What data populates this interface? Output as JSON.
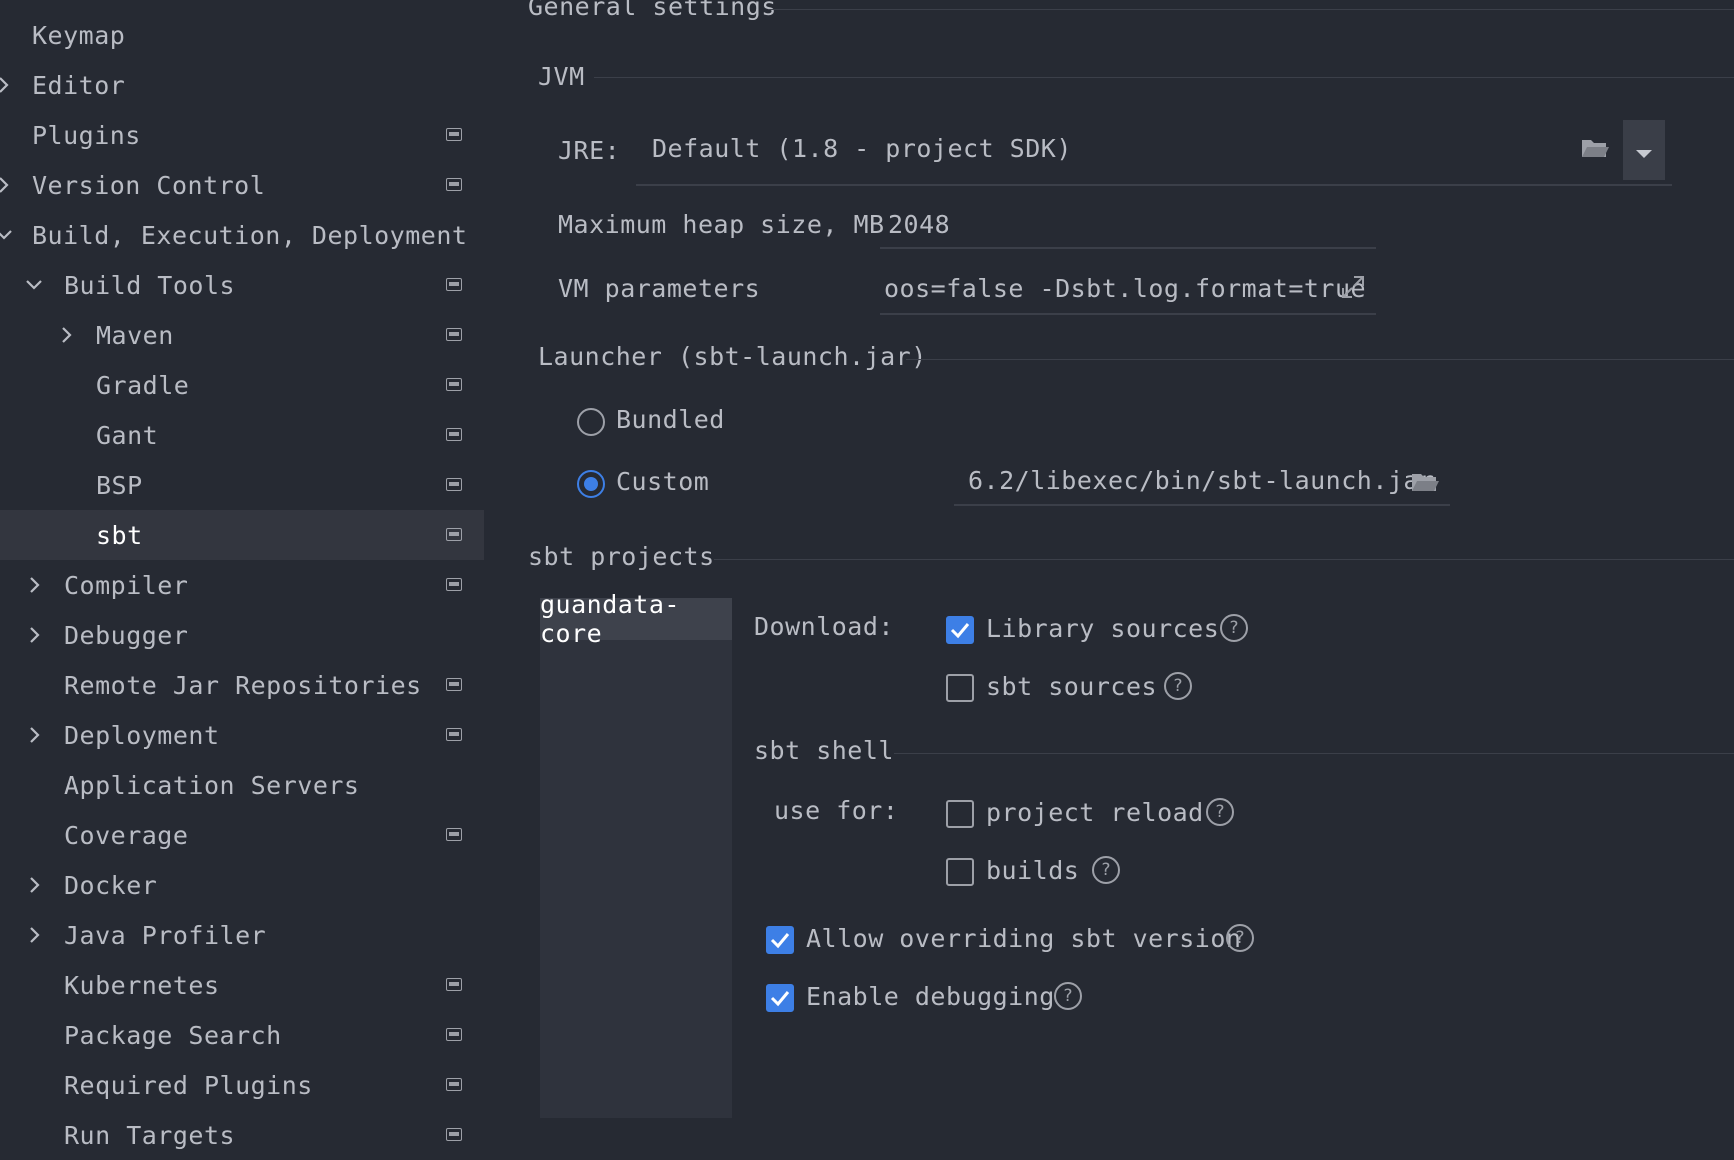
{
  "sidebar": {
    "items": [
      {
        "label": "Keymap"
      },
      {
        "label": "Editor"
      },
      {
        "label": "Plugins"
      },
      {
        "label": "Version Control"
      },
      {
        "label": "Build, Execution, Deployment"
      },
      {
        "label": "Build Tools"
      },
      {
        "label": "Maven"
      },
      {
        "label": "Gradle"
      },
      {
        "label": "Gant"
      },
      {
        "label": "BSP"
      },
      {
        "label": "sbt"
      },
      {
        "label": "Compiler"
      },
      {
        "label": "Debugger"
      },
      {
        "label": "Remote Jar Repositories"
      },
      {
        "label": "Deployment"
      },
      {
        "label": "Application Servers"
      },
      {
        "label": "Coverage"
      },
      {
        "label": "Docker"
      },
      {
        "label": "Java Profiler"
      },
      {
        "label": "Kubernetes"
      },
      {
        "label": "Package Search"
      },
      {
        "label": "Required Plugins"
      },
      {
        "label": "Run Targets"
      }
    ]
  },
  "general": {
    "title": "General settings",
    "jvm_title": "JVM",
    "jre_label": "JRE:",
    "jre_value": "Default (1.8 - project SDK)",
    "heap_label": "Maximum heap size, MB",
    "heap_value": "2048",
    "vm_label": "VM parameters",
    "vm_value": "oos=false -Dsbt.log.format=true"
  },
  "launcher": {
    "title": "Launcher (sbt-launch.jar)",
    "bundled_label": "Bundled",
    "custom_label": "Custom",
    "custom_path": "6.2/libexec/bin/sbt-launch.jar"
  },
  "projects": {
    "title": "sbt projects",
    "list": [
      "guandata-core"
    ],
    "download_label": "Download:",
    "library_sources": "Library sources",
    "sbt_sources": "sbt sources",
    "shell_title": "sbt shell",
    "use_for_label": "use for:",
    "project_reload": "project reload",
    "builds": "builds",
    "allow_override": "Allow overriding sbt version",
    "enable_debugging": "Enable debugging"
  },
  "colors": {
    "accent": "#3d7fe6",
    "background": "#262a33",
    "selected": "#33363f"
  }
}
